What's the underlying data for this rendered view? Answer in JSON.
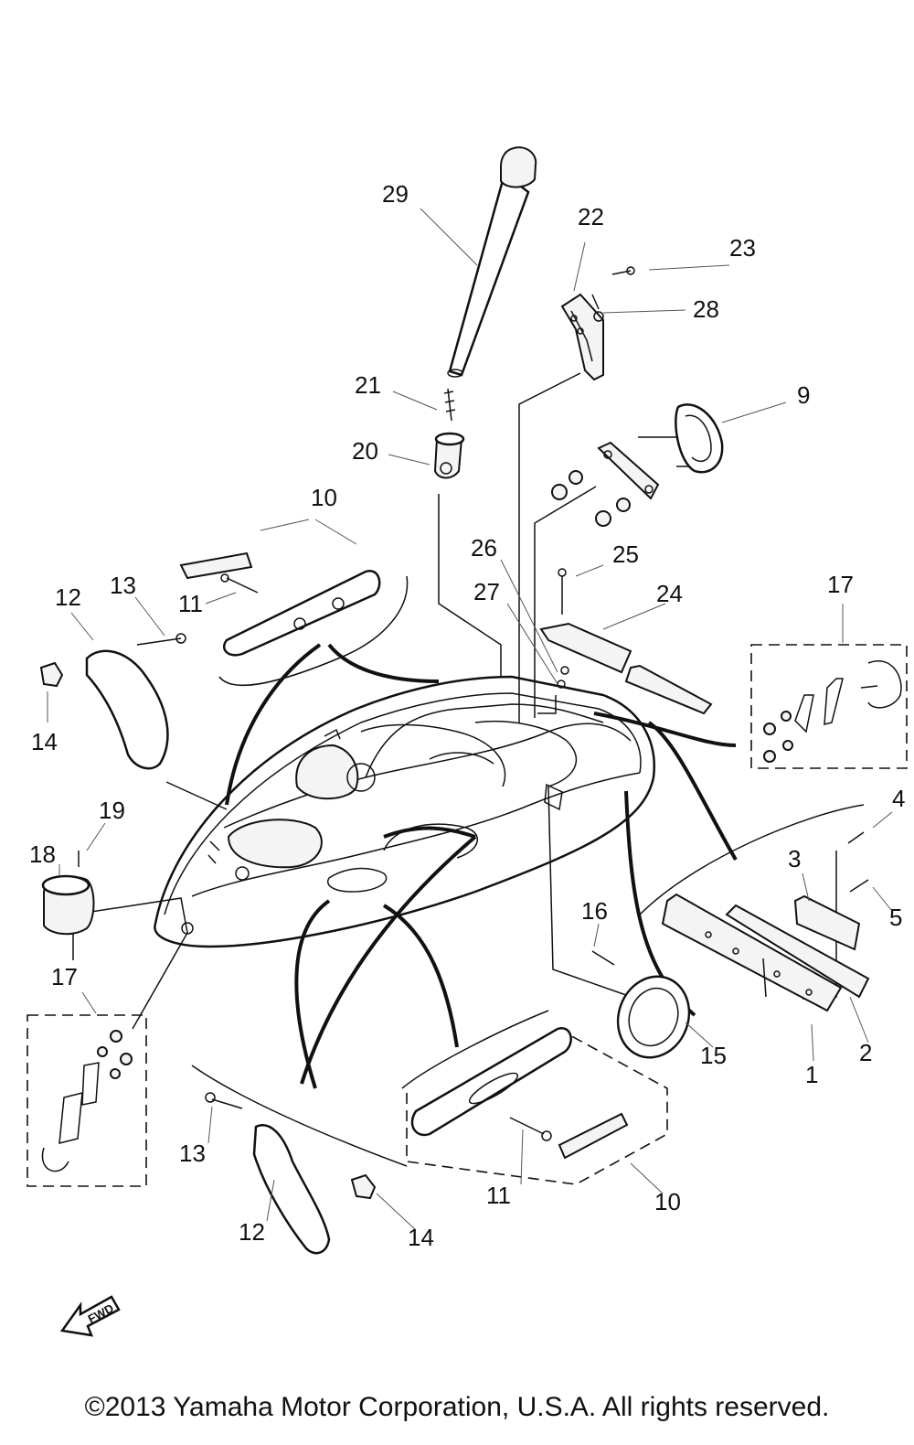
{
  "labels": {
    "l1": "1",
    "l2": "2",
    "l3": "3",
    "l4": "4",
    "l5": "5",
    "l9": "9",
    "l10a": "10",
    "l10b": "10",
    "l11a": "11",
    "l11b": "11",
    "l12a": "12",
    "l12b": "12",
    "l13a": "13",
    "l13b": "13",
    "l14a": "14",
    "l14b": "14",
    "l15": "15",
    "l16": "16",
    "l17a": "17",
    "l17b": "17",
    "l18": "18",
    "l19": "19",
    "l20": "20",
    "l21": "21",
    "l22": "22",
    "l23": "23",
    "l24": "24",
    "l25": "25",
    "l26": "26",
    "l27": "27",
    "l28": "28",
    "l29": "29"
  },
  "fwd_label": "FWD",
  "copyright": "©2013 Yamaha Motor Corporation, U.S.A. All rights reserved."
}
